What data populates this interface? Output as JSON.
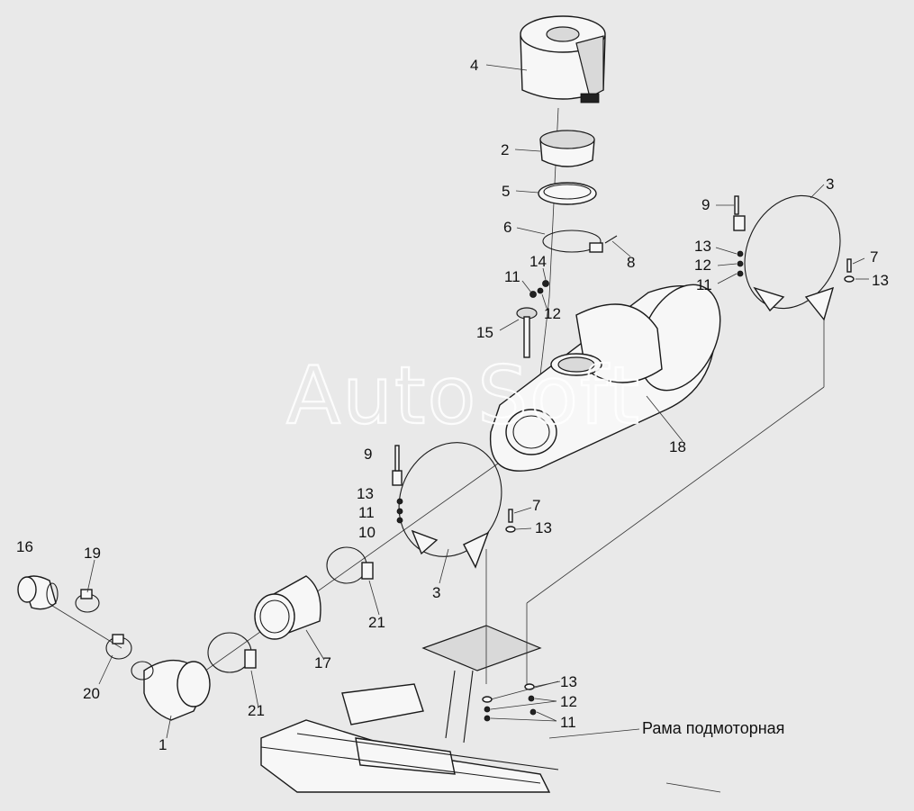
{
  "watermark": "AutoSoft",
  "frame_label": "Рама подмоторная",
  "part_numbers": {
    "p4": "4",
    "p2": "2",
    "p5": "5",
    "p6": "6",
    "p8": "8",
    "p14": "14",
    "p11a": "11",
    "p12a": "12",
    "p15": "15",
    "p9a": "9",
    "p3a": "3",
    "p13a": "13",
    "p12b": "12",
    "p11b": "11",
    "p7a": "7",
    "p13b": "13",
    "p18": "18",
    "p9b": "9",
    "p13c": "13",
    "p11c": "11",
    "p10": "10",
    "p7b": "7",
    "p13d": "13",
    "p3b": "3",
    "p16": "16",
    "p19": "19",
    "p20": "20",
    "p1": "1",
    "p21a": "21",
    "p17": "17",
    "p21b": "21",
    "p13e": "13",
    "p12c": "12",
    "p11d": "11"
  }
}
